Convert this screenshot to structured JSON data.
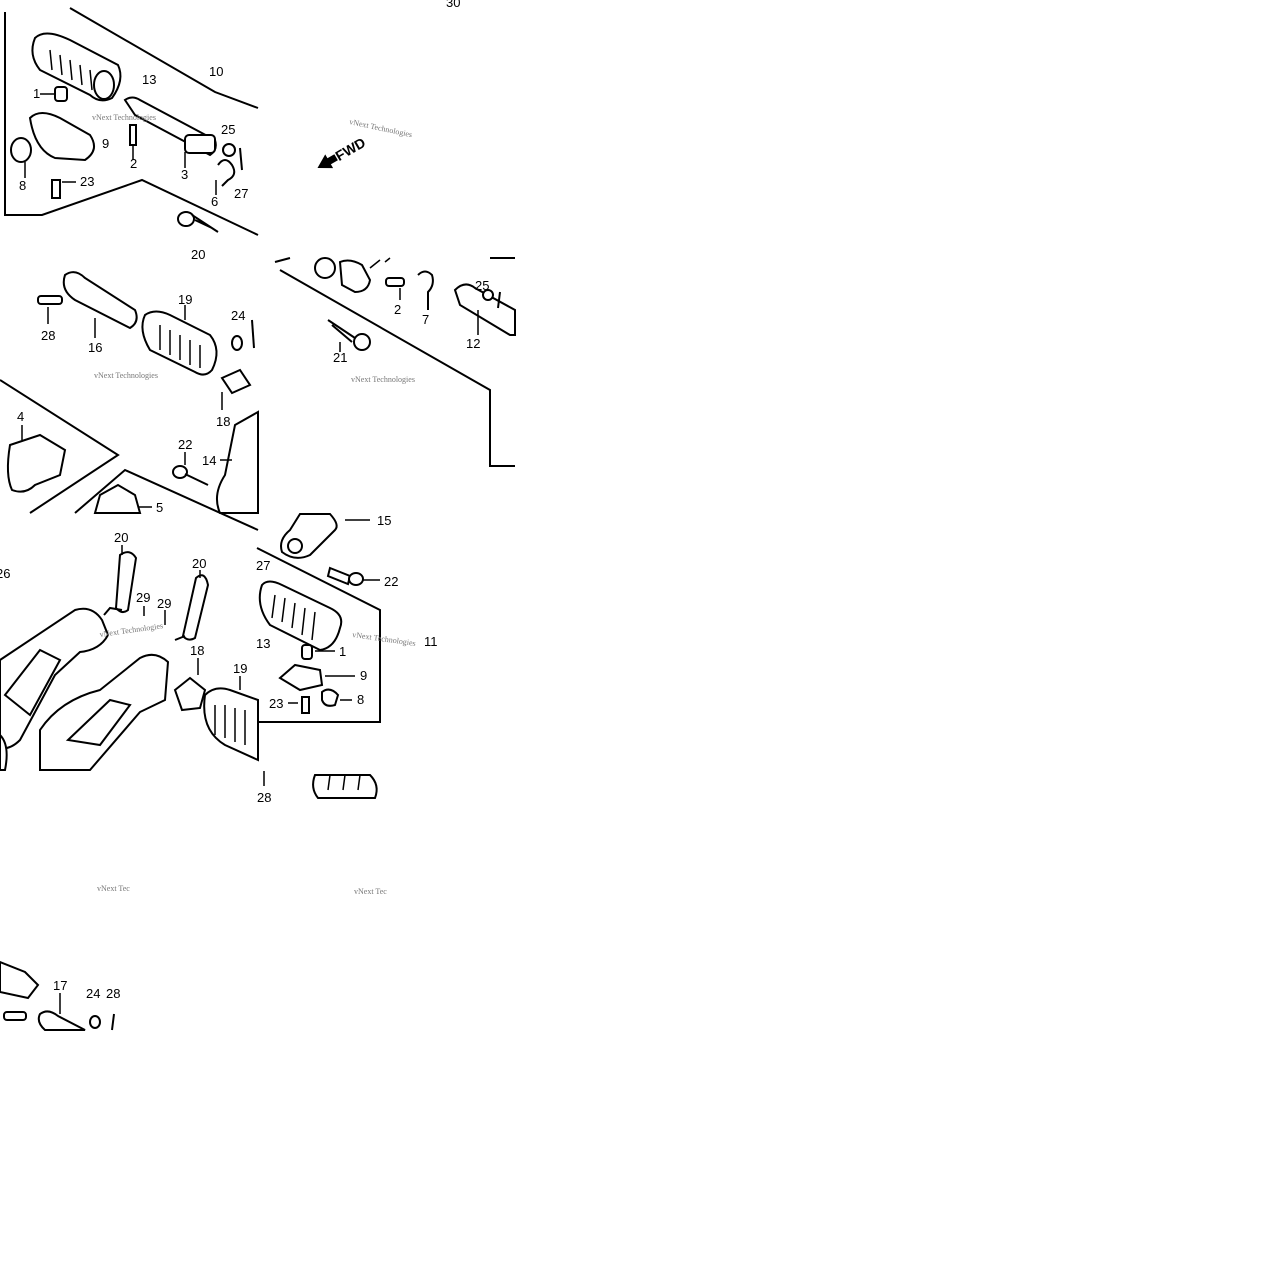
{
  "diagram": {
    "page_number": "30",
    "direction_label": "FWD",
    "watermark_text": "vNext Technologies",
    "watermark_short": "vNext Tec",
    "callouts": {
      "t1": [
        "1",
        "13",
        "10",
        "25",
        "9",
        "2",
        "3",
        "27",
        "8",
        "23",
        "6",
        "20"
      ],
      "t2": [
        "28",
        "16",
        "19",
        "24",
        "18",
        "22",
        "14",
        "4",
        "5"
      ],
      "t3": [
        "2",
        "7",
        "25",
        "12",
        "21"
      ],
      "t5": [
        "20",
        "20",
        "29",
        "29",
        "18",
        "19",
        "26"
      ],
      "t6": [
        "15",
        "22",
        "27",
        "11",
        "13",
        "1",
        "9",
        "8",
        "23",
        "28"
      ],
      "t7": [
        "17",
        "24",
        "28"
      ]
    }
  },
  "colors": {
    "ink": "#000000",
    "paper": "#ffffff",
    "watermark": "#777777"
  }
}
